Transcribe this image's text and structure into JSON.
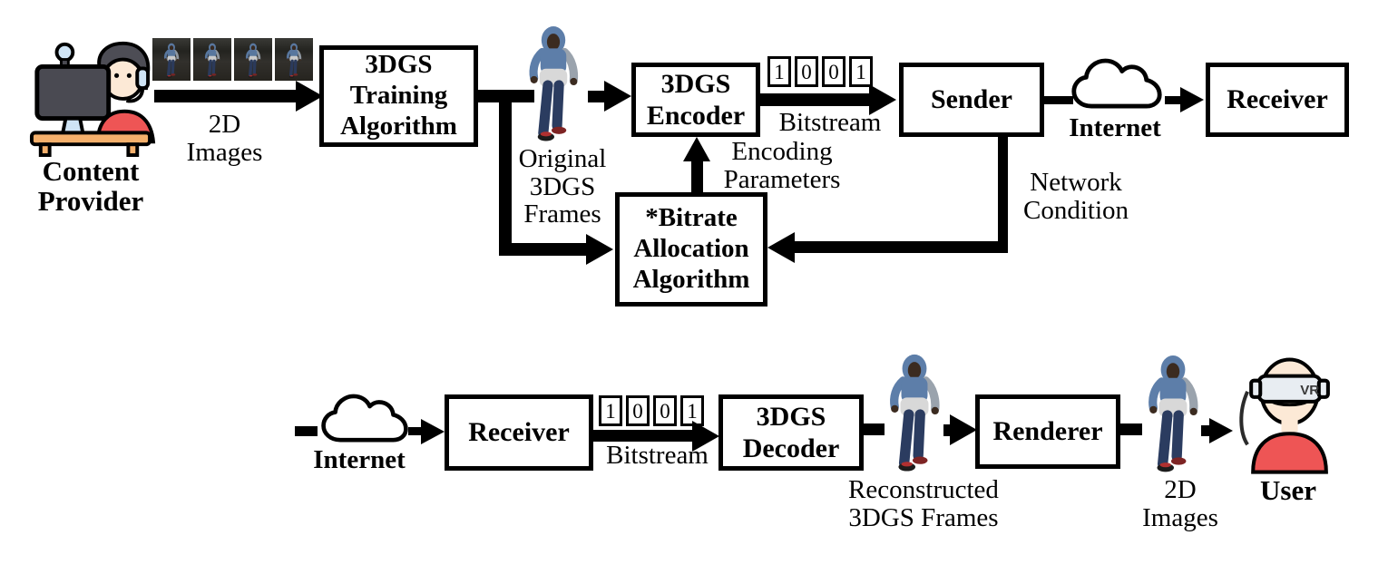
{
  "diagram": {
    "top_row": {
      "content_provider_label": "Content\nProvider",
      "images_2d_label": "2D\nImages",
      "training_box_label": "3DGS\nTraining\nAlgorithm",
      "original_frames_label": "Original\n3DGS\nFrames",
      "encoder_box_label": "3DGS\nEncoder",
      "bitstream": {
        "bits": [
          "1",
          "0",
          "0",
          "1"
        ],
        "label": "Bitstream"
      },
      "sender_box_label": "Sender",
      "internet_label": "Internet",
      "receiver_box_label": "Receiver",
      "encoding_params_label": "Encoding\nParameters",
      "network_condition_label": "Network\nCondition",
      "bitrate_box_label": "*Bitrate\nAllocation\nAlgorithm"
    },
    "bottom_row": {
      "internet_label": "Internet",
      "receiver_box_label": "Receiver",
      "bitstream": {
        "bits": [
          "1",
          "0",
          "0",
          "1"
        ],
        "label": "Bitstream"
      },
      "decoder_box_label": "3DGS\nDecoder",
      "reconstructed_frames_label": "Reconstructed\n3DGS Frames",
      "renderer_box_label": "Renderer",
      "images_2d_label": "2D\nImages",
      "user_label": "User",
      "vr_headset_text": "VR"
    },
    "colors": {
      "outline": "#000000",
      "hoodie_blue": "#5d7ea9",
      "hoodie_gray": "#d8d8d8",
      "jeans_navy": "#2b3c60",
      "shirt_red": "#ee5555",
      "skin": "#fce9d6",
      "desk_tan": "#f5b06c",
      "monitor_gray": "#4a4a52",
      "headset_blue": "#cfe4f5",
      "goggles_gray": "#e8edf2"
    }
  }
}
